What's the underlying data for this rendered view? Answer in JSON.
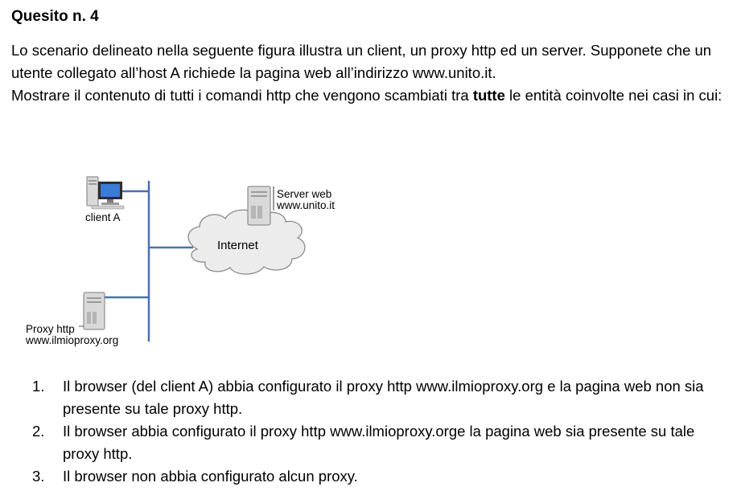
{
  "title": "Quesito n. 4",
  "intro": {
    "line1": "Lo scenario delineato nella seguente figura illustra un client, un proxy http ed un server. Supponete che un utente collegato all’host A richiede la pagina web all’indirizzo www.unito.it.",
    "line2_before": "Mostrare il contenuto di tutti i comandi http che vengono scambiati tra ",
    "line2_bold": "tutte",
    "line2_after": " le entità coinvolte nei casi in cui:"
  },
  "figure": {
    "client_label": "client A",
    "server_label_1": "Server web",
    "server_label_2": "www.unito.it",
    "cloud_label": "Internet",
    "proxy_label_1": "Proxy http",
    "proxy_label_2": "www.ilmioproxy.org"
  },
  "cases": [
    {
      "num": "1.",
      "text": "Il browser (del client A) abbia configurato il proxy http www.ilmioproxy.org e la pagina web non sia presente su tale proxy http."
    },
    {
      "num": "2.",
      "text": "Il browser abbia configurato il proxy http www.ilmioproxy.orge la pagina web sia presente su tale proxy http."
    },
    {
      "num": "3.",
      "text": "Il browser non abbia configurato alcun proxy."
    }
  ]
}
